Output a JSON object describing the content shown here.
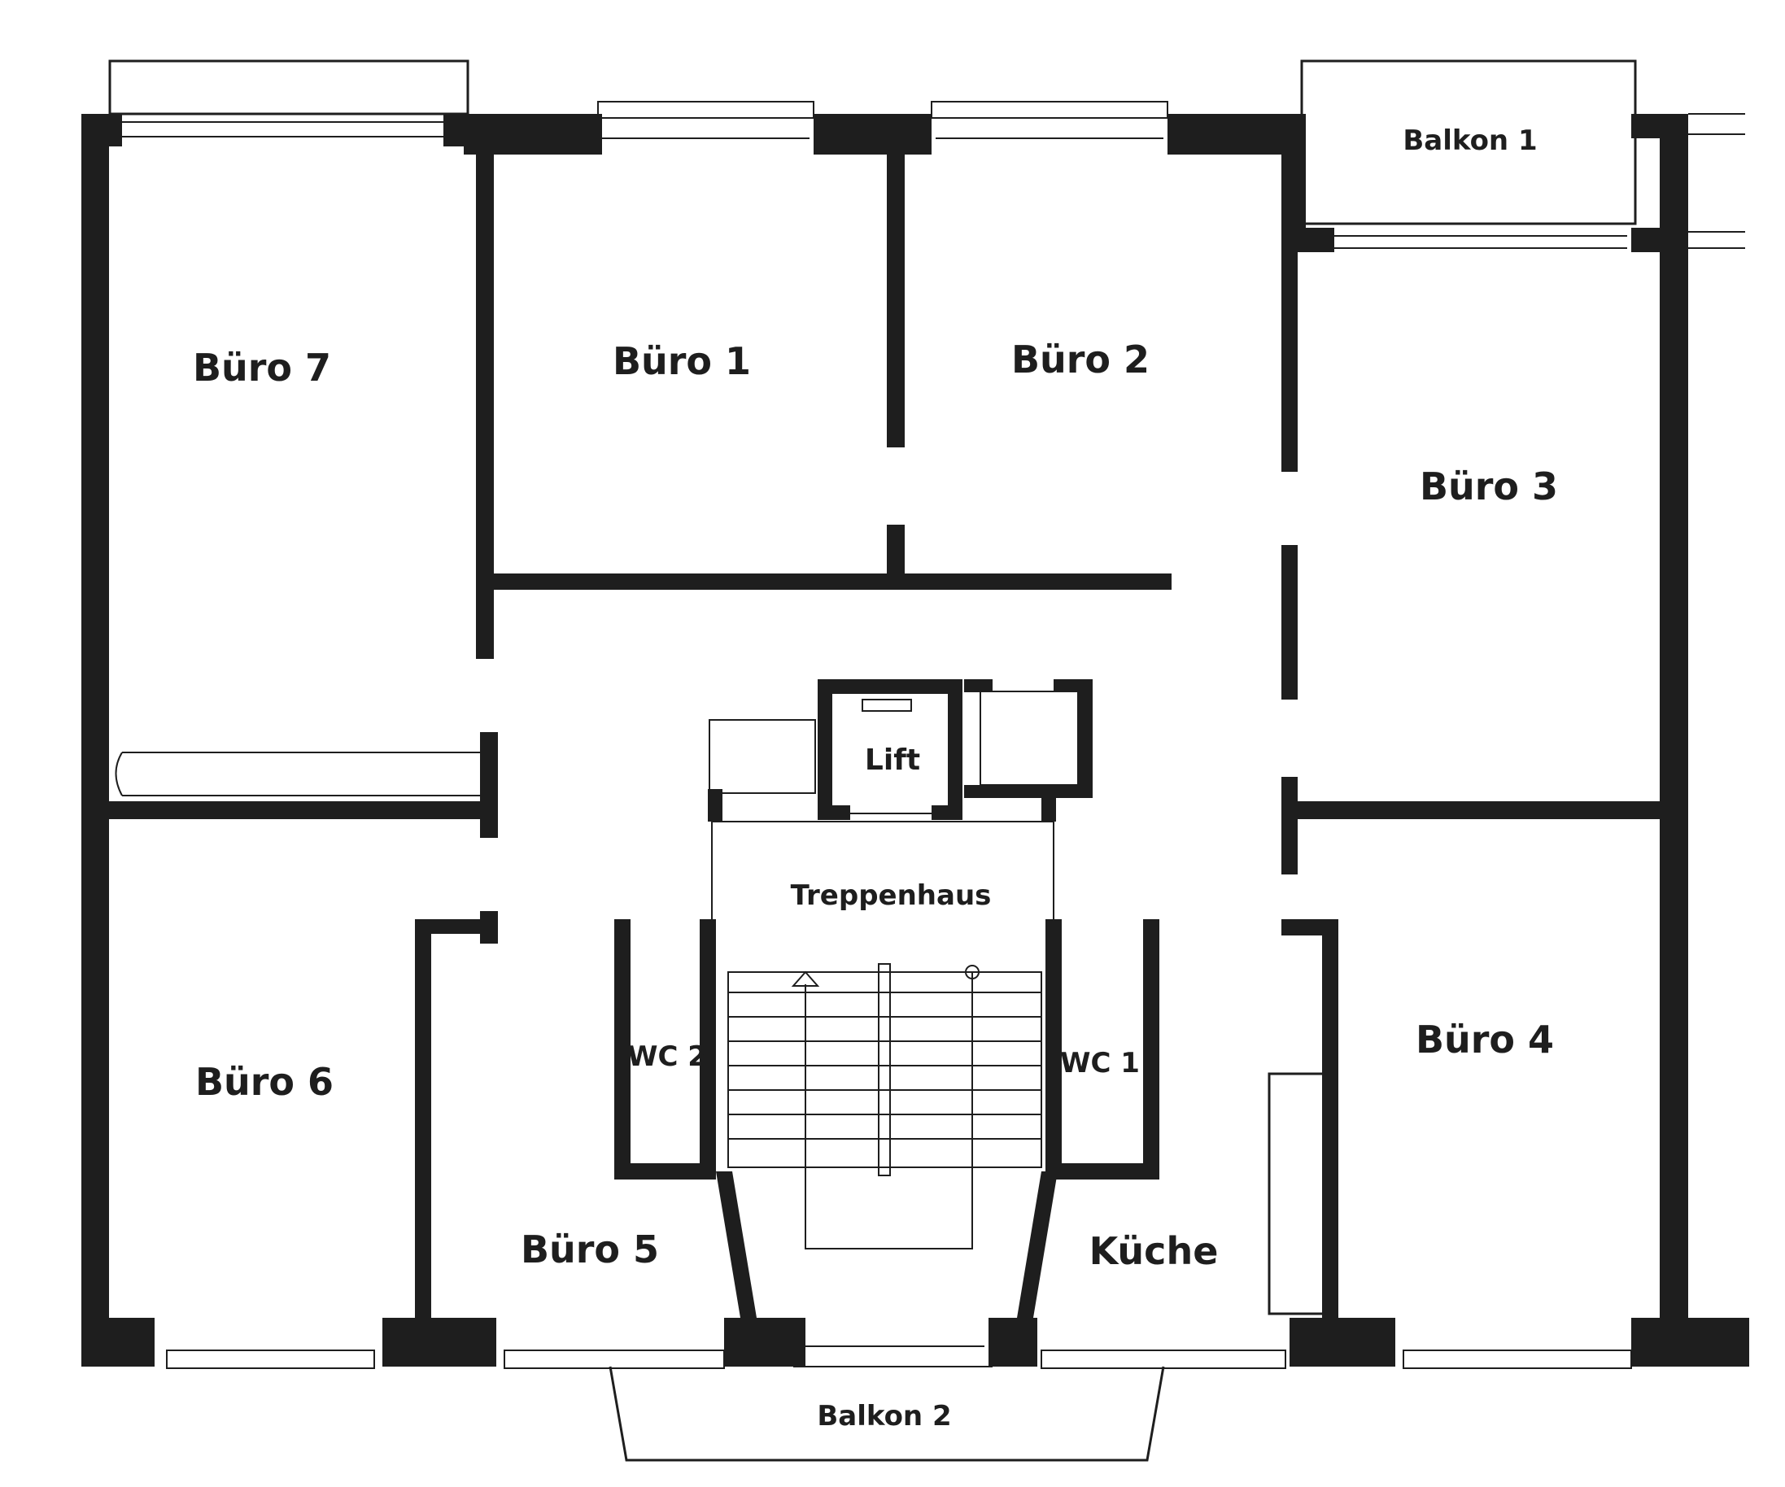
{
  "plan": {
    "rooms": {
      "buero7": "Büro 7",
      "buero1": "Büro 1",
      "buero2": "Büro 2",
      "buero3": "Büro 3",
      "buero4": "Büro 4",
      "buero5": "Büro 5",
      "buero6": "Büro 6",
      "wc1": "WC 1",
      "wc2": "WC 2",
      "kueche": "Küche",
      "lift": "Lift",
      "treppenhaus": "Treppenhaus",
      "balkon1": "Balkon 1",
      "balkon2": "Balkon 2"
    },
    "colors": {
      "wall": "#1e1e1e",
      "background": "#ffffff"
    }
  }
}
